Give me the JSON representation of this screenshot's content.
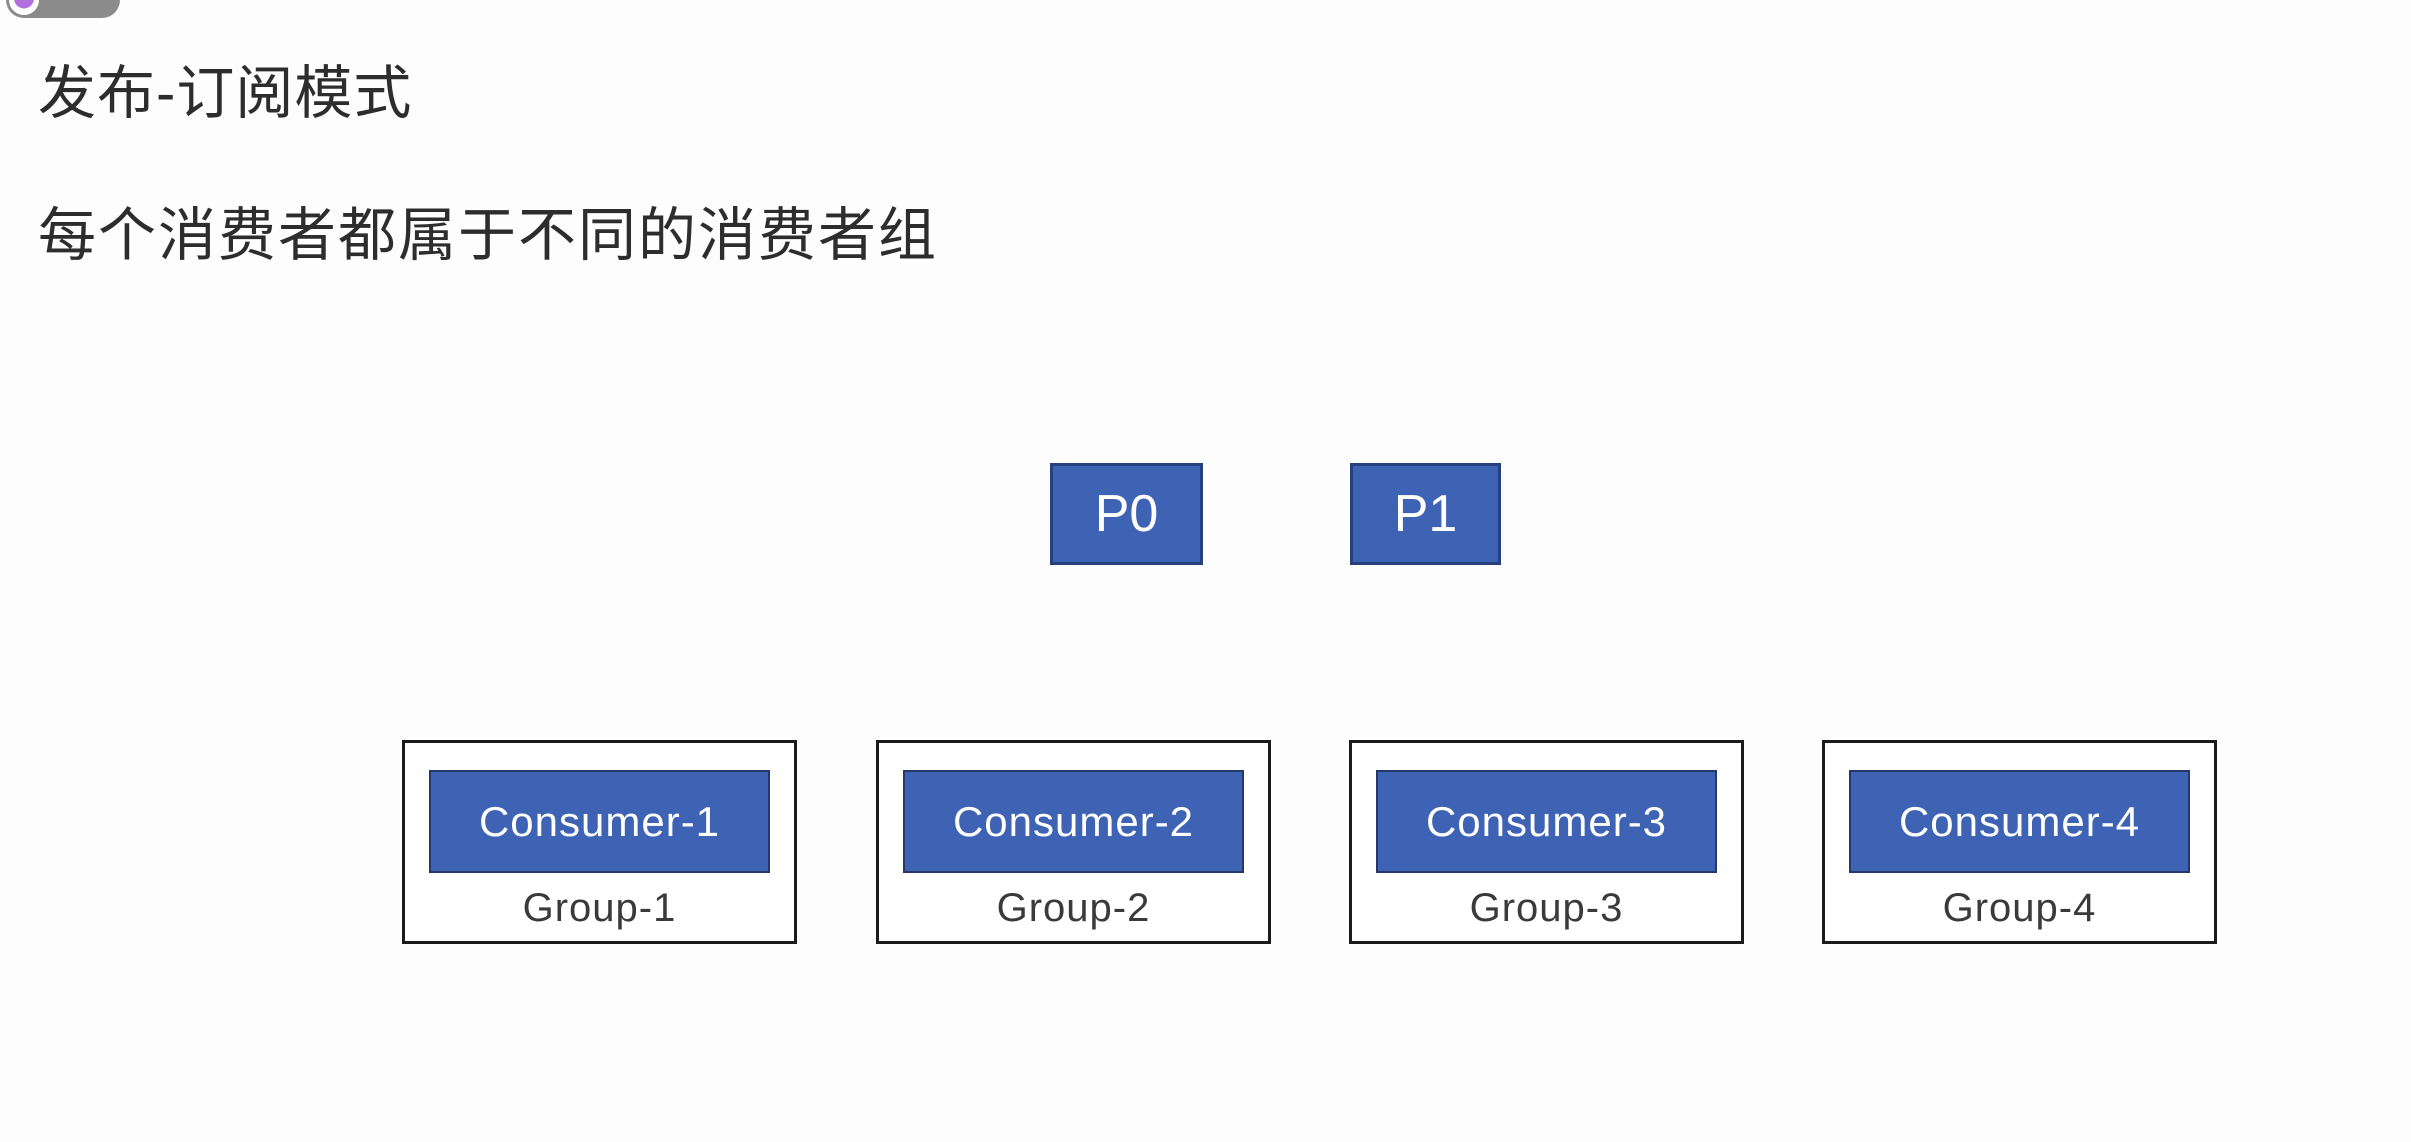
{
  "header": {
    "title": "发布-订阅模式",
    "subtitle": "每个消费者都属于不同的消费者组"
  },
  "diagram": {
    "partitions": [
      {
        "label": "P0"
      },
      {
        "label": "P1"
      }
    ],
    "groups": [
      {
        "consumer_label": "Consumer-1",
        "group_label": "Group-1"
      },
      {
        "consumer_label": "Consumer-2",
        "group_label": "Group-2"
      },
      {
        "consumer_label": "Consumer-3",
        "group_label": "Group-3"
      },
      {
        "consumer_label": "Consumer-4",
        "group_label": "Group-4"
      }
    ]
  },
  "theme": {
    "partition_fill": "#3e63b4",
    "partition_border": "#27417e",
    "consumer_fill": "#3e63b4",
    "consumer_border": "#24386b",
    "group_border": "#1b1b1b",
    "text_dark": "#2d2d2d",
    "text_white": "#ffffff",
    "badge_bg": "#8b8b8b",
    "canvas_bg": "#fdfdfd"
  }
}
